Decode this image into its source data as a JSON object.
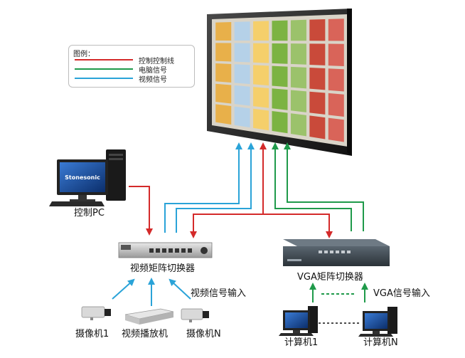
{
  "legend": {
    "title": "图例：",
    "items": [
      {
        "label": "控制控制线",
        "color": "#d42a2a"
      },
      {
        "label": "电脑信号",
        "color": "#1f9a4a"
      },
      {
        "label": "视频信号",
        "color": "#2aa3d8"
      }
    ]
  },
  "devices": {
    "control_pc": "控制PC",
    "pc_brand": "Stonesonic",
    "video_matrix": "视频矩阵切换器",
    "vga_matrix": "VGA矩阵切换器",
    "camera_1": "摄像机1",
    "video_player": "视频播放机",
    "camera_n": "摄像机N",
    "computer_1": "计算机1",
    "computer_n": "计算机N"
  },
  "signals": {
    "video_input": "视频信号输入",
    "vga_input": "VGA信号输入"
  },
  "colors": {
    "control": "#d42a2a",
    "computer": "#1f9a4a",
    "video": "#2aa3d8"
  }
}
